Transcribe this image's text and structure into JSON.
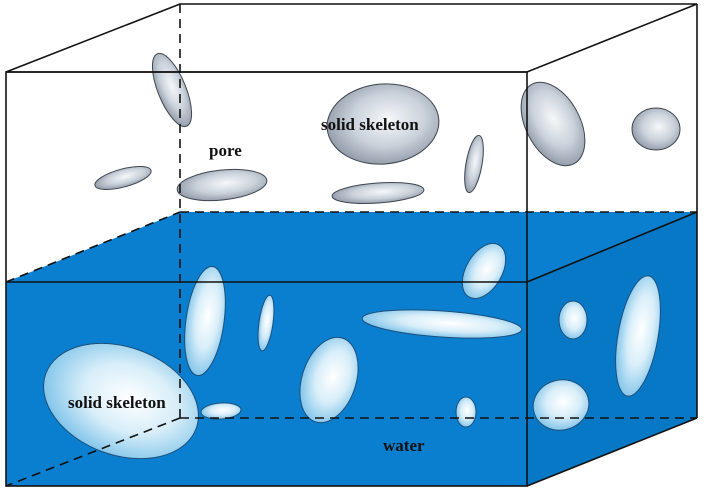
{
  "labels": {
    "pore": "pore",
    "solid_skeleton_top": "solid skeleton",
    "solid_skeleton_bottom": "solid skeleton",
    "water": "water"
  },
  "colors": {
    "water": "#0a7fcf",
    "line": "#111111",
    "grain_dry_center": "#f4f6f8",
    "grain_dry_edge": "#8f99a6",
    "grain_wet_center": "#ffffff",
    "grain_wet_edge": "#7cc3ea"
  }
}
